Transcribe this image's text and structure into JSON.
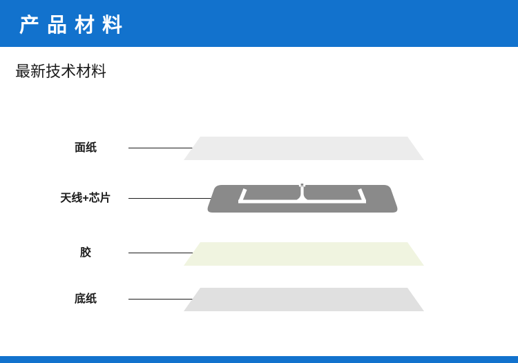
{
  "theme": {
    "accent": "#1272cd",
    "text": "#1a1a1a",
    "line": "#1a1a1a",
    "marker-inner": "#3f87cd",
    "marker-ring": "#7eb0e2",
    "background": "#ffffff"
  },
  "header": {
    "title": "产品材料"
  },
  "section": {
    "subtitle": "最新技术材料"
  },
  "diagram": {
    "layers": [
      {
        "name": "face-paper",
        "label": "面纸",
        "color": "#ececec"
      },
      {
        "name": "antenna-chip",
        "label": "天线+芯片",
        "color": "#8a8a8a",
        "antenna_color": "#ffffff"
      },
      {
        "name": "adhesive",
        "label": "胶",
        "color": "#f0f4e0"
      },
      {
        "name": "backing-paper",
        "label": "底纸",
        "color": "#e0e0e0"
      }
    ]
  }
}
